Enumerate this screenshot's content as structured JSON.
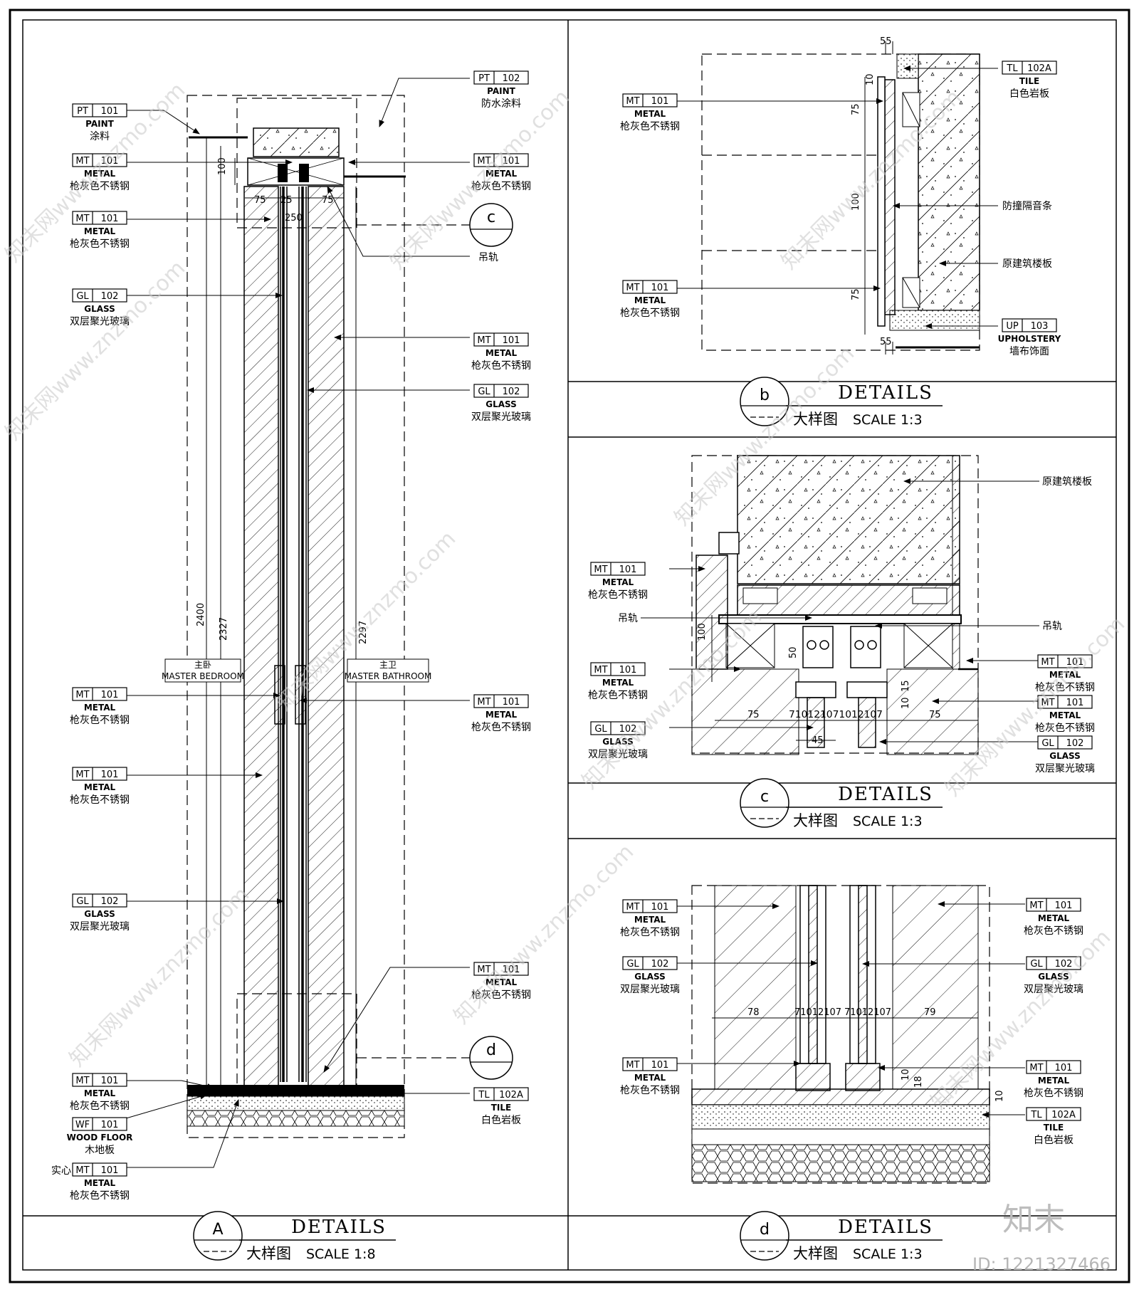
{
  "tags": {
    "pt101": {
      "code": "PT",
      "num": "101",
      "name": "PAINT",
      "cn": "涂料"
    },
    "pt102": {
      "code": "PT",
      "num": "102",
      "name": "PAINT",
      "cn": "防水涂料"
    },
    "mt101": {
      "code": "MT",
      "num": "101",
      "name": "METAL",
      "cn": "枪灰色不锈钢"
    },
    "gl102": {
      "code": "GL",
      "num": "102",
      "name": "GLASS",
      "cn": "双层聚光玻璃"
    },
    "wf101": {
      "code": "WF",
      "num": "101",
      "name": "WOOD FLOOR",
      "cn": "木地板"
    },
    "tl102a": {
      "code": "TL",
      "num": "102A",
      "name": "TILE",
      "cn": "白色岩板"
    },
    "up103": {
      "code": "UP",
      "num": "103",
      "name": "UPHOLSTERY",
      "cn": "墙布饰面"
    }
  },
  "callouts": {
    "track": "吊轨",
    "anti_collision": "防撞隔音条",
    "slab": "原建筑楼板",
    "solid": "实心"
  },
  "rooms": {
    "bedroom_cn": "主卧",
    "bedroom_en": "MASTER BEDROOM",
    "bathroom_cn": "主卫",
    "bathroom_en": "MASTER BATHROOM"
  },
  "dims": {
    "a_2400": "2400",
    "a_2327": "2327",
    "a_2297": "2297",
    "a_100": "100",
    "a_75": "75",
    "a_75b": "75",
    "a_25": "25",
    "a_250": "250",
    "b_55": "55",
    "b_55b": "55",
    "b_10": "10",
    "b_75": "75",
    "b_100": "100",
    "b_75b": "75",
    "c_100": "100",
    "c_50": "50",
    "c_10": "10",
    "c_15": "15",
    "c_75": "75",
    "c_75b": "75",
    "c_mid": "710121071012107",
    "c_45": "45",
    "d_78": "78",
    "d_79": "79",
    "d_mid": "71012107 71012107",
    "d_10": "10",
    "d_18": "18",
    "d_10b": "10"
  },
  "titles": {
    "A": {
      "letter": "A",
      "en": "DETAILS",
      "cn": "大样图",
      "scale": "SCALE  1:8"
    },
    "b": {
      "letter": "b",
      "en": "DETAILS",
      "cn": "大样图",
      "scale": "SCALE  1:3"
    },
    "c": {
      "letter": "c",
      "en": "DETAILS",
      "cn": "大样图",
      "scale": "SCALE  1:3"
    },
    "d": {
      "letter": "d",
      "en": "DETAILS",
      "cn": "大样图",
      "scale": "SCALE  1:3"
    }
  },
  "bubbles": {
    "c": "c",
    "d": "d"
  },
  "watermark": {
    "text": "知末网www.znzmo.com",
    "brand": "知末",
    "id": "ID: 1221327466"
  }
}
